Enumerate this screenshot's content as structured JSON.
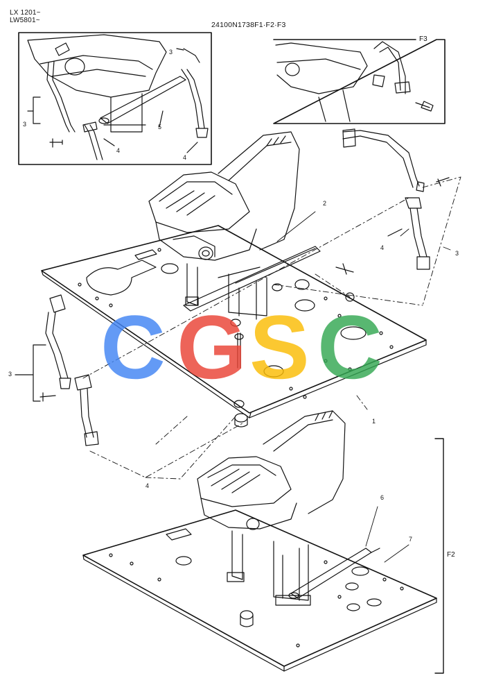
{
  "header": {
    "serial_line_1": "LX 1201~",
    "serial_line_2": "LW5801~",
    "part_number": "24100N1738F1·F2·F3"
  },
  "callouts": {
    "inset_left": [
      "3",
      "3",
      "5",
      "4",
      "4"
    ],
    "inset_right": "F3",
    "main": [
      "2",
      "4",
      "3",
      "3",
      "1",
      "4"
    ],
    "lower": [
      "6",
      "7"
    ],
    "bracket_f2": "F2"
  },
  "watermark": {
    "text": "CGSC",
    "letters": [
      "C",
      "G",
      "S",
      "C"
    ],
    "colors": [
      "#4285F4",
      "#EA4335",
      "#FBBC05",
      "#34A853"
    ]
  },
  "colors": {
    "line": "#111111",
    "background": "#ffffff"
  }
}
